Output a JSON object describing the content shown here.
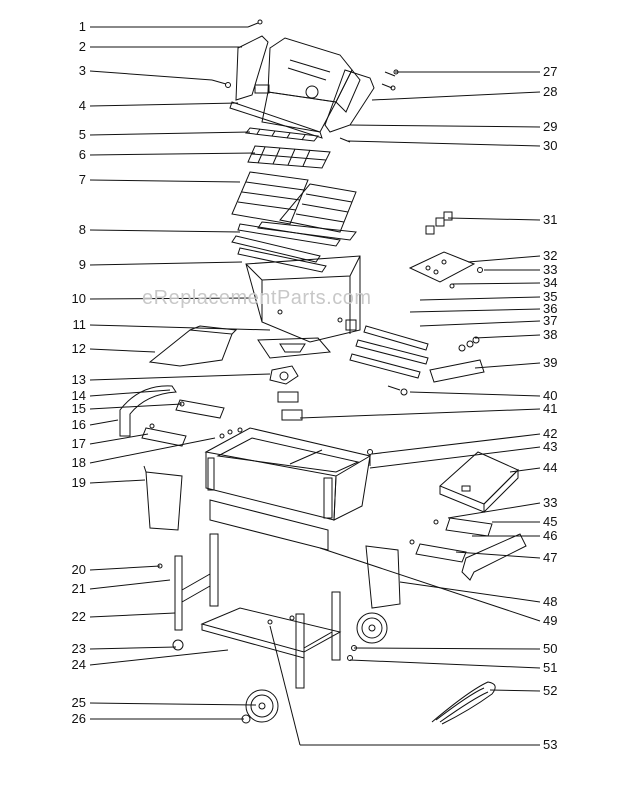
{
  "watermark": "eReplacementParts.com",
  "labels_left": [
    "1",
    "2",
    "3",
    "4",
    "5",
    "6",
    "7",
    "8",
    "9",
    "10",
    "11",
    "12",
    "13",
    "14",
    "15",
    "16",
    "17",
    "18",
    "19",
    "20",
    "21",
    "22",
    "23",
    "24",
    "25",
    "26"
  ],
  "labels_right": [
    "27",
    "28",
    "29",
    "30",
    "31",
    "32",
    "33",
    "34",
    "35",
    "36",
    "37",
    "38",
    "39",
    "40",
    "41",
    "42",
    "43",
    "44",
    "33",
    "45",
    "46",
    "47",
    "48",
    "49",
    "50",
    "51",
    "52",
    "53"
  ]
}
